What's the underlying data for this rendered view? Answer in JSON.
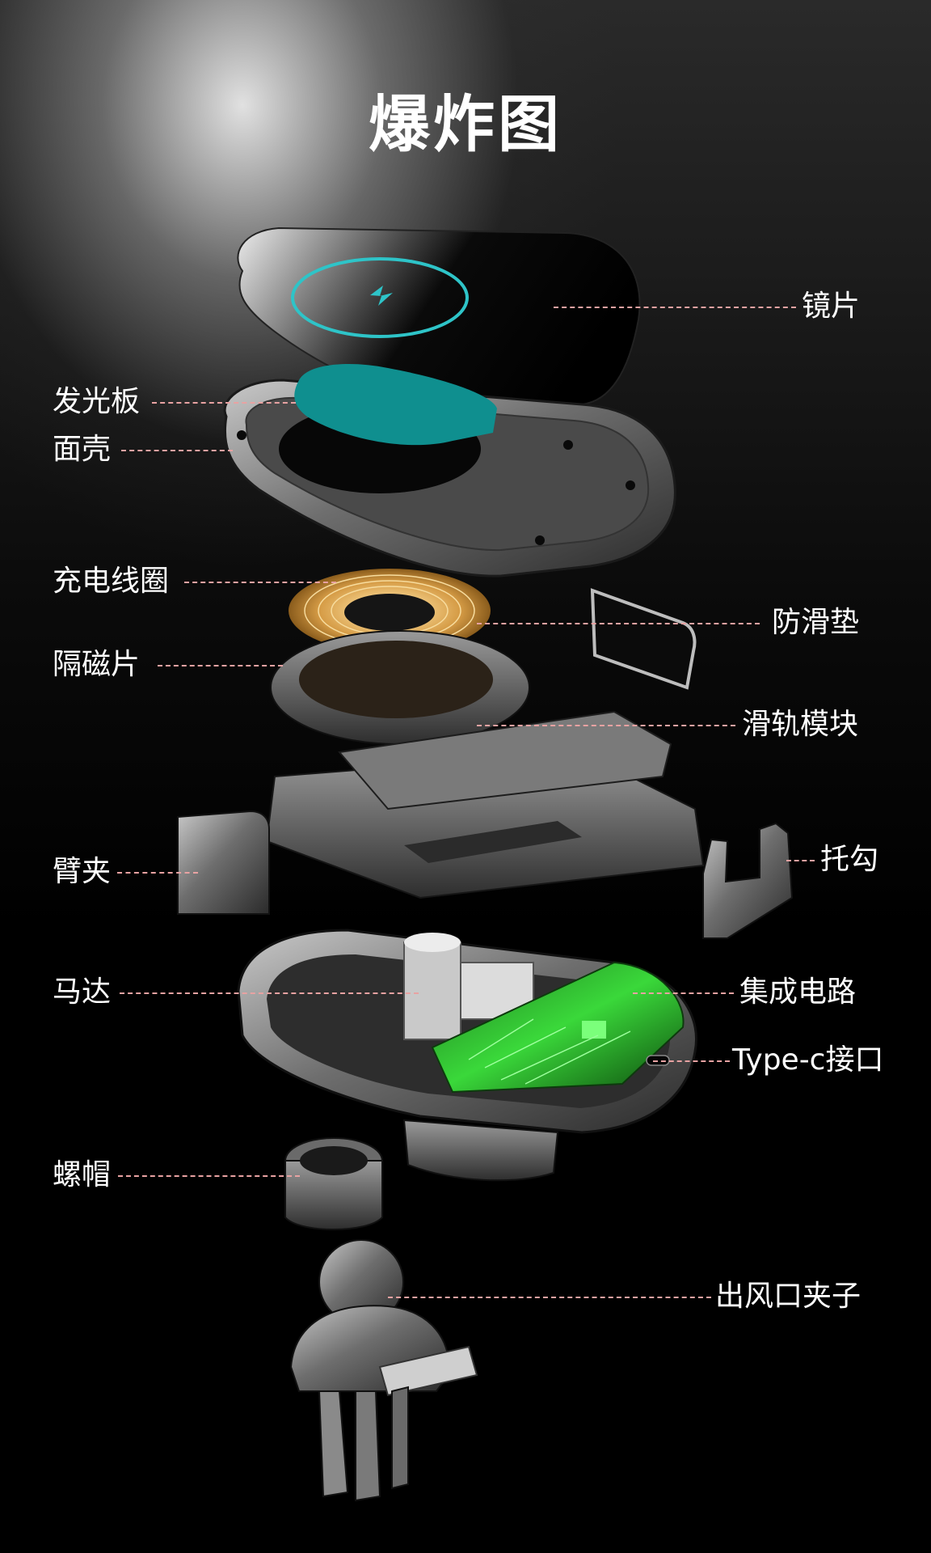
{
  "title": "爆炸图",
  "colors": {
    "leader_line": "#e8a2a2",
    "label_text": "#ffffff",
    "charging_ring": "#2ec4c8",
    "luminous_plate": "#0f8f8f",
    "copper_coil": "#d9a450",
    "circuit_board": "#3ad83a"
  },
  "labels": {
    "lens": "镜片",
    "luminous_plate": "发光板",
    "face_shell": "面壳",
    "charging_coil": "充电线圈",
    "magnetic_shield": "隔磁片",
    "anti_slip_pad": "防滑垫",
    "slide_rail_module": "滑轨模块",
    "arm_clamp": "臂夹",
    "hook": "托勾",
    "motor": "马达",
    "integrated_circuit": "集成电路",
    "type_c_port": "Type-c接口",
    "nut": "螺帽",
    "air_vent_clip": "出风口夹子"
  }
}
